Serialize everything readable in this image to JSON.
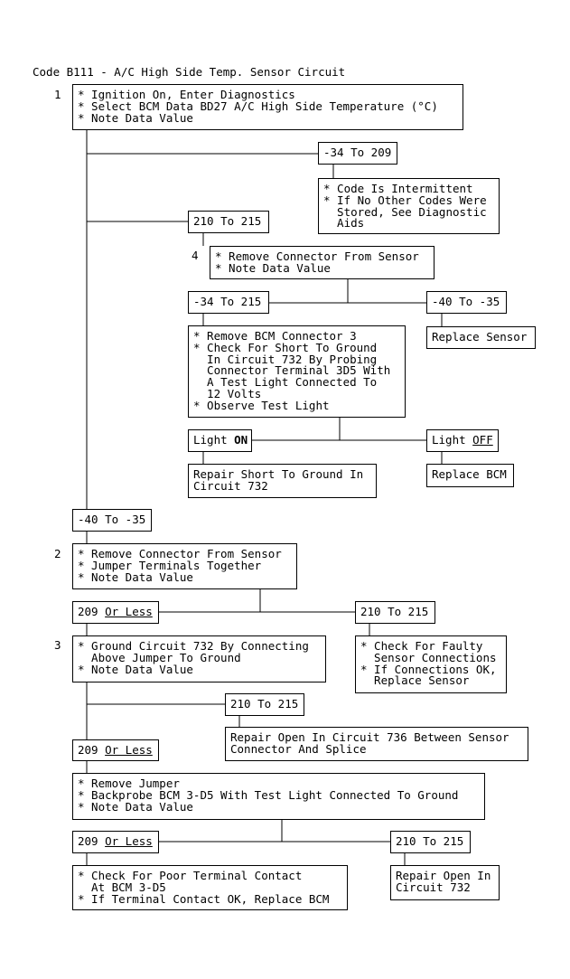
{
  "title": "Code B111 - A/C High Side Temp. Sensor Circuit",
  "steps": {
    "s1": "1",
    "s2": "2",
    "s3": "3",
    "s4": "4"
  },
  "boxes": {
    "b1": "* Ignition On, Enter Diagnostics\n* Select BCM Data BD27 A/C High Side Temperature (°C)\n* Note Data Value",
    "r1": "-34 To 209",
    "r1a": "* Code Is Intermittent\n* If No Other Codes Were\n  Stored, See Diagnostic\n  Aids",
    "r2": "210 To 215",
    "b4": "* Remove Connector From Sensor\n* Note Data Value",
    "r3": "-34 To 215",
    "r4": "-40 To -35",
    "r4a": "Replace Sensor",
    "b5": "* Remove BCM Connector 3\n* Check For Short To Ground\n  In Circuit 732 By Probing\n  Connector Terminal 3D5 With\n  A Test Light Connected To\n  12 Volts\n* Observe Test Light",
    "light_label": "Light ",
    "light_on": "ON",
    "light_off": "OFF",
    "r5a": "Repair Short To Ground In\nCircuit 732",
    "r6a": "Replace BCM",
    "r7": "-40 To -35",
    "b2": "* Remove Connector From Sensor\n* Jumper Terminals Together\n* Note Data Value",
    "value_209": "209 ",
    "or_less": "Or Less",
    "r9": "210 To 215",
    "r9a": "* Check For Faulty\n  Sensor Connections\n* If Connections OK,\n  Replace Sensor",
    "b3": "* Ground Circuit 732 By Connecting\n  Above Jumper To Ground\n* Note Data Value",
    "r10": "210 To 215",
    "r10a": "Repair Open In Circuit 736 Between Sensor\nConnector And Splice",
    "b6": "* Remove Jumper\n* Backprobe BCM 3-D5 With Test Light Connected To Ground\n* Note Data Value",
    "r13": "210 To 215",
    "r12a": "* Check For Poor Terminal Contact\n  At BCM 3-D5\n* If Terminal Contact OK, Replace BCM",
    "r13a": "Repair Open In\nCircuit 732"
  }
}
